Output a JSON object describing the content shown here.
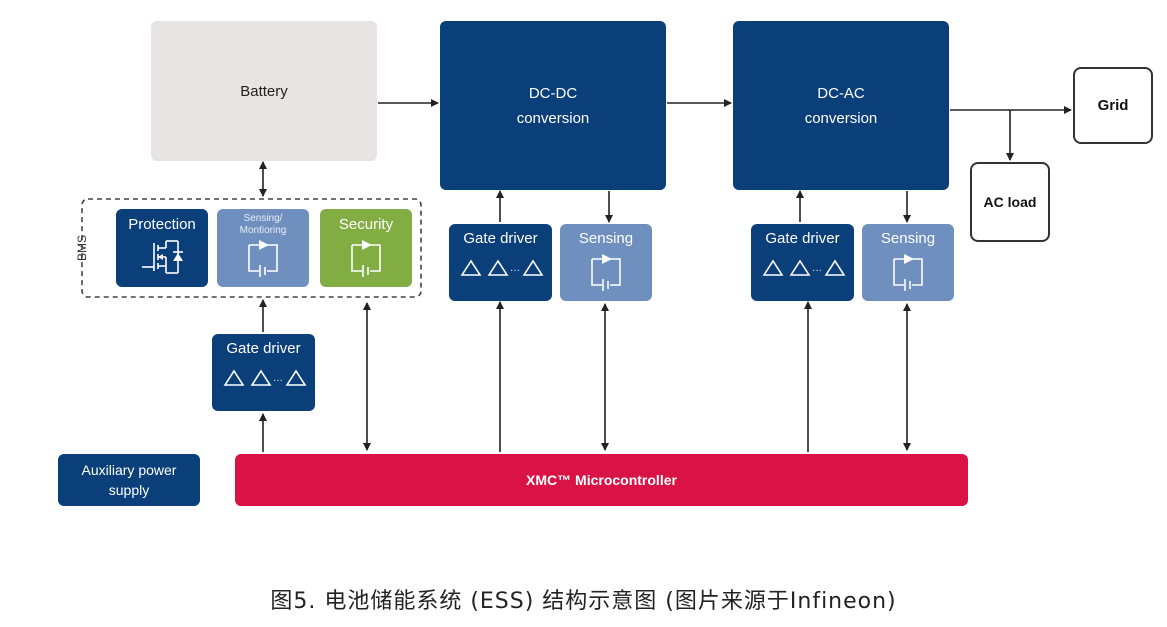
{
  "blocks": {
    "battery": "Battery",
    "dcdc_line1": "DC-DC",
    "dcdc_line2": "conversion",
    "dcac_line1": "DC-AC",
    "dcac_line2": "conversion",
    "grid": "Grid",
    "ac_load": "AC load",
    "bms": "BMS",
    "protection": "Protection",
    "sensing_monitoring_1": "Sensing/",
    "sensing_monitoring_2": "Montioring",
    "security": "Security",
    "gate_driver": "Gate driver",
    "sensing": "Sensing",
    "aux_power_1": "Auxiliary power",
    "aux_power_2": "supply",
    "mcu": "XMC™ Microcontroller",
    "ellipsis": "···"
  },
  "caption": "图5. 电池储能系统 (ESS) 结构示意图 (图片来源于Infineon)",
  "colors": {
    "dark_blue": "#0b3f7a",
    "light_blue": "#6f8fbf",
    "green": "#82ad43",
    "battery_grey": "#e8e4e4",
    "mcu_red": "#d91345"
  },
  "icons": [
    "mosfet-icon",
    "sense-circuit-icon",
    "gate-triangle-icon"
  ]
}
